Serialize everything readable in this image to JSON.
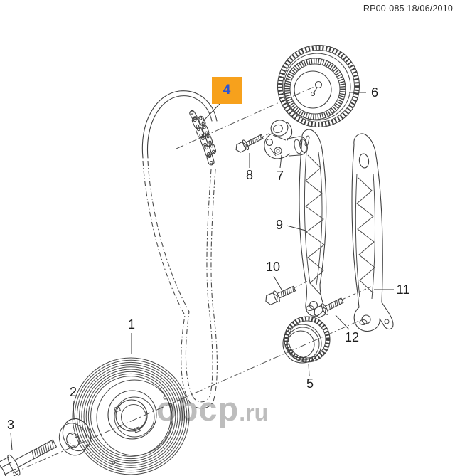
{
  "header": {
    "doc_ref": "RP00-085 18/06/2010"
  },
  "selected_callout": {
    "number": "4",
    "box_color": "#F7A11C",
    "text_color": "#2B55D6"
  },
  "callouts": [
    {
      "number": "1"
    },
    {
      "number": "2"
    },
    {
      "number": "3"
    },
    {
      "number": "5"
    },
    {
      "number": "6"
    },
    {
      "number": "7"
    },
    {
      "number": "8"
    },
    {
      "number": "9"
    },
    {
      "number": "10"
    },
    {
      "number": "11"
    },
    {
      "number": "12"
    }
  ],
  "watermark": {
    "main": "obcp",
    "suffix": ".ru"
  }
}
